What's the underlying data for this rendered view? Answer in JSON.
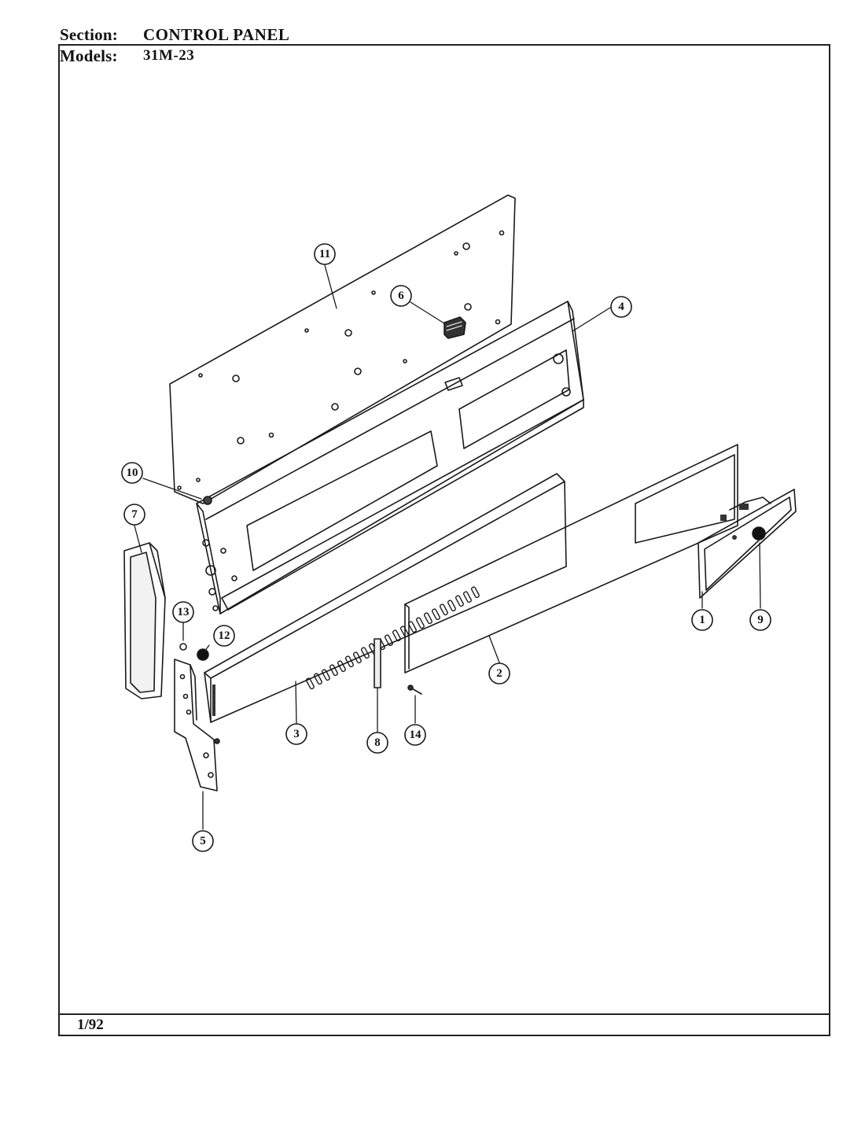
{
  "header": {
    "section_label": "Section:",
    "section_value": "CONTROL PANEL",
    "models_label": "Models:",
    "models_value": "31M-23"
  },
  "footer": {
    "date_code": "1/92"
  },
  "callouts": [
    {
      "id": "c1",
      "label": "1"
    },
    {
      "id": "c2",
      "label": "2"
    },
    {
      "id": "c3",
      "label": "3"
    },
    {
      "id": "c4",
      "label": "4"
    },
    {
      "id": "c5",
      "label": "5"
    },
    {
      "id": "c6",
      "label": "6"
    },
    {
      "id": "c7",
      "label": "7"
    },
    {
      "id": "c8",
      "label": "8"
    },
    {
      "id": "c9",
      "label": "9"
    },
    {
      "id": "c10",
      "label": "10"
    },
    {
      "id": "c11",
      "label": "11"
    },
    {
      "id": "c12",
      "label": "12"
    },
    {
      "id": "c13",
      "label": "13"
    },
    {
      "id": "c14",
      "label": "14"
    }
  ]
}
